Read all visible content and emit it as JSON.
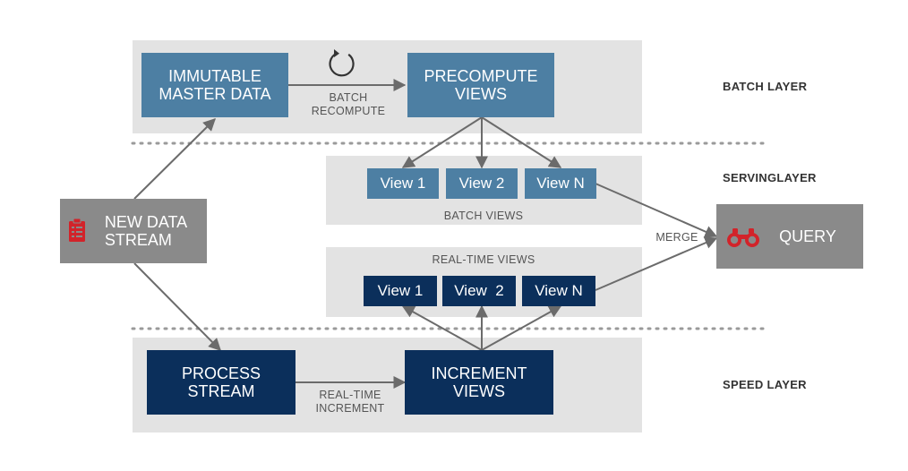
{
  "layers": {
    "batch": "BATCH LAYER",
    "serving": "SERVINGLAYER",
    "speed": "SPEED LAYER"
  },
  "boxes": {
    "immutable_master_data": "IMMUTABLE\nMASTER DATA",
    "precompute_views": "PRECOMPUTE\nVIEWS",
    "new_data_stream": "NEW DATA\nSTREAM",
    "query": "QUERY",
    "process_stream": "PROCESS\nSTREAM",
    "increment_views": "INCREMENT\nVIEWS"
  },
  "batch_views": {
    "caption": "BATCH VIEWS",
    "items": [
      "View 1",
      "View 2",
      "View N"
    ]
  },
  "realtime_views": {
    "caption": "REAL-TIME VIEWS",
    "items": [
      "View 1",
      "View  2",
      "View N"
    ]
  },
  "edge_labels": {
    "batch_recompute": "BATCH\nRECOMPUTE",
    "merge": "MERGE",
    "realtime_increment": "REAL-TIME\nINCREMENT"
  },
  "icons": {
    "recompute": "cycle-arrow-icon",
    "stream": "clipboard-icon",
    "query": "binoculars-icon"
  },
  "colors": {
    "batch_box": "#4d7fa3",
    "speed_box": "#0b2f5b",
    "grey_box": "#8a8a8a",
    "panel": "#e3e3e3",
    "icon_red": "#d2232a"
  }
}
